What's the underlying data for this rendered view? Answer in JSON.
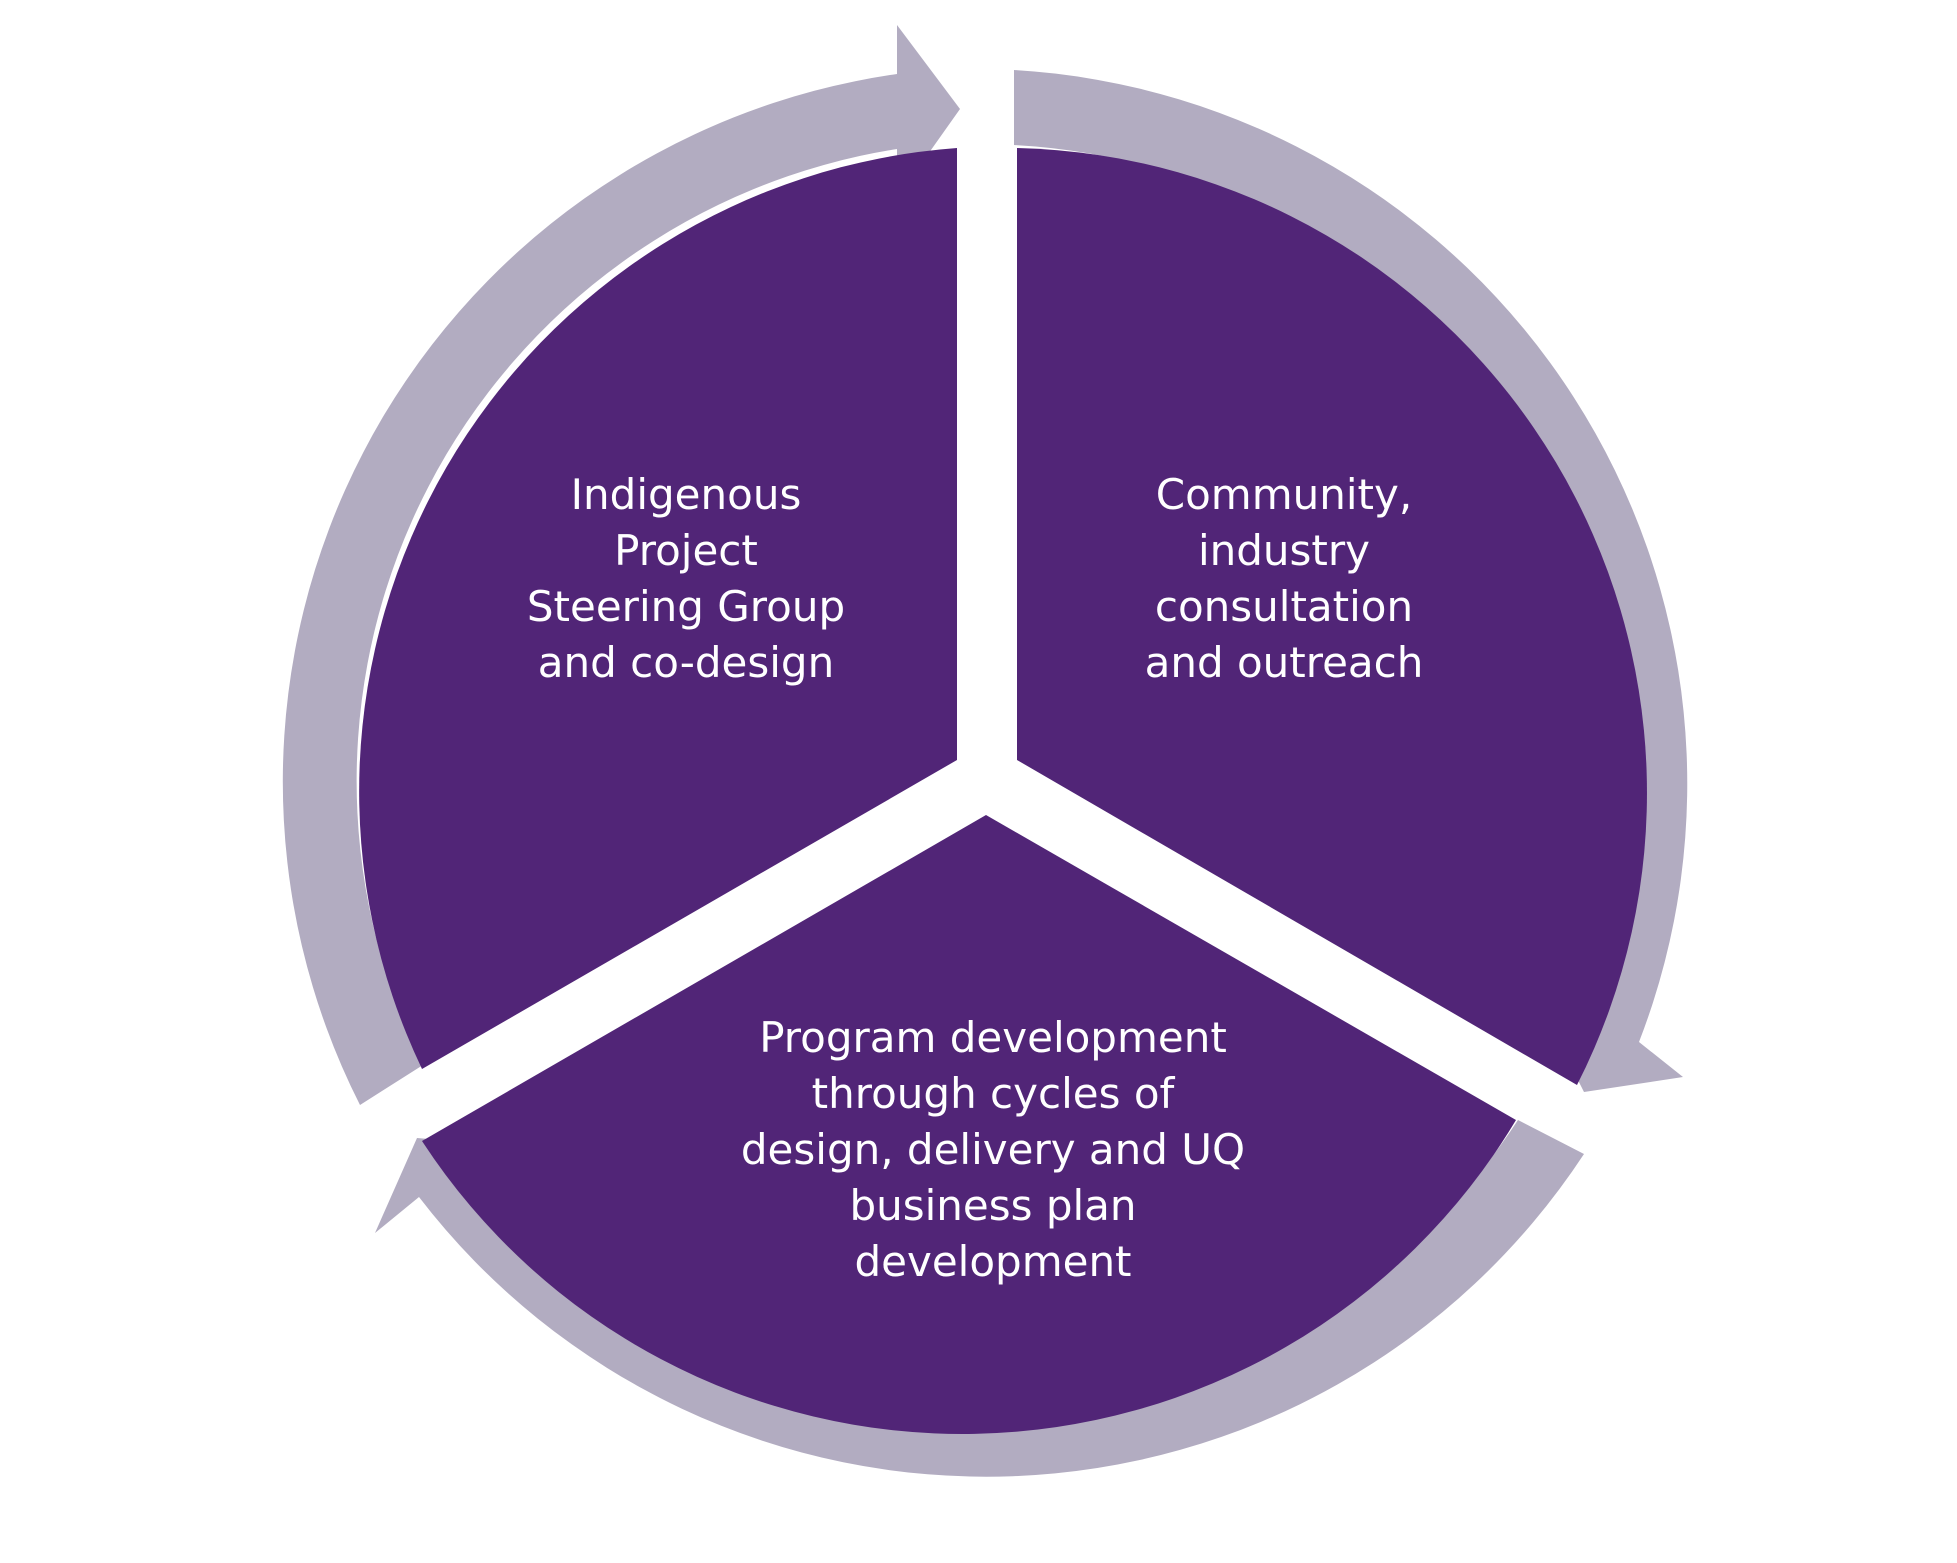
{
  "colors": {
    "segment_fill": "#512577",
    "arrow_fill": "#B2ACC1",
    "label_text": "#FFFFFF",
    "background": "#FFFFFF"
  },
  "segments": [
    {
      "id": "steering",
      "lines": [
        "Indigenous",
        "Project",
        "Steering Group",
        "and co-design"
      ]
    },
    {
      "id": "consultation",
      "lines": [
        "Community,",
        "industry",
        "consultation",
        "and outreach"
      ]
    },
    {
      "id": "program",
      "lines": [
        "Program development",
        "through cycles of",
        "design, delivery and UQ",
        "business plan",
        "development"
      ]
    }
  ]
}
